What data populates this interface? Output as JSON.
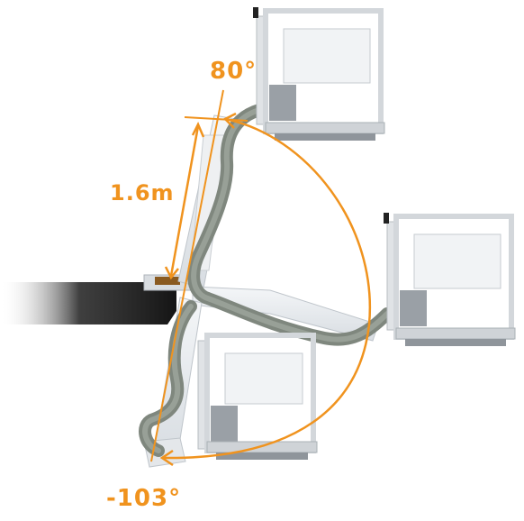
{
  "labels": {
    "angle_top": "80°",
    "length": "1.6m",
    "angle_bottom": "-103°"
  },
  "colors": {
    "accent": "#f0931e",
    "boom_arm": "#1c1c1c",
    "platform_frame": "#e9ebee",
    "platform_edge": "#b7bcc2",
    "hose": "#7d857c",
    "background": "#ffffff"
  }
}
